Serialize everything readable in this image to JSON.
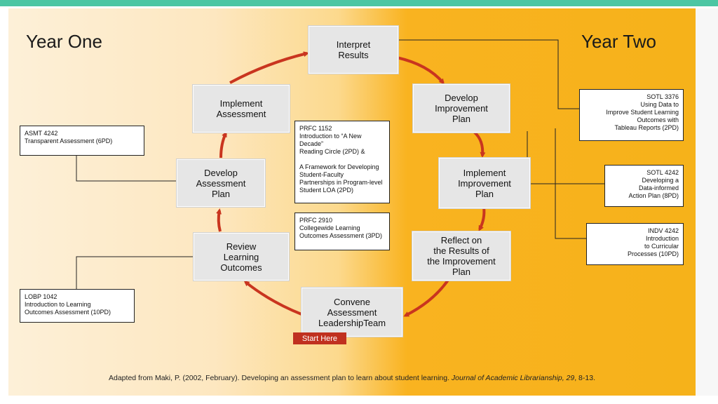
{
  "titles": {
    "left": "Year One",
    "right": "Year Two"
  },
  "steps": {
    "interpret": "Interpret\nResults",
    "develop_improvement": "Develop\nImprovement\nPlan",
    "implement_improvement": "Implement\nImprovement\nPlan",
    "reflect": "Reflect on\nthe Results of\nthe Improvement\nPlan",
    "convene": "Convene\nAssessment\nLeadershipTeam",
    "review": "Review\nLearning\nOutcomes",
    "develop_assessment": "Develop\nAssessment\nPlan",
    "implement_assessment": "Implement\nAssessment"
  },
  "courses": {
    "asmt4242": "ASMT 4242\nTransparent Assessment (6PD)",
    "lobp1042": "LOBP 1042\nIntroduction to Learning\nOutcomes Assessment  (10PD)",
    "prfc1152": "PRFC 1152\nIntroduction to “A New Decade”\nReading Circle (2PD) &\n\nA Framework for Developing\nStudent-Faculty\nPartnerships in Program-level\nStudent LOA (2PD)",
    "prfc2910": "PRFC 2910\nCollegewide Learning\nOutcomes Assessment (3PD)",
    "sotl3376": "SOTL 3376\nUsing Data to\nImprove Student Learning\nOutcomes with\nTableau Reports (2PD)",
    "sotl4242": "SOTL 4242\nDeveloping a\nData-informed\nAction Plan (8PD)",
    "indv4242": "INDV 4242\nIntroduction\nto Curricular\nProcesses (10PD)"
  },
  "start_label": "Start Here",
  "caption": {
    "prefix": "Adapted from Maki, P. (2002, February). Developing an assessment plan to learn about student learning. ",
    "journal": "Journal of Academic Librarianship, 29",
    "suffix": ", 8-13."
  },
  "colors": {
    "arrow": "#c9351f",
    "accent_bar": "#4cc6a3",
    "start": "#c0301f"
  }
}
